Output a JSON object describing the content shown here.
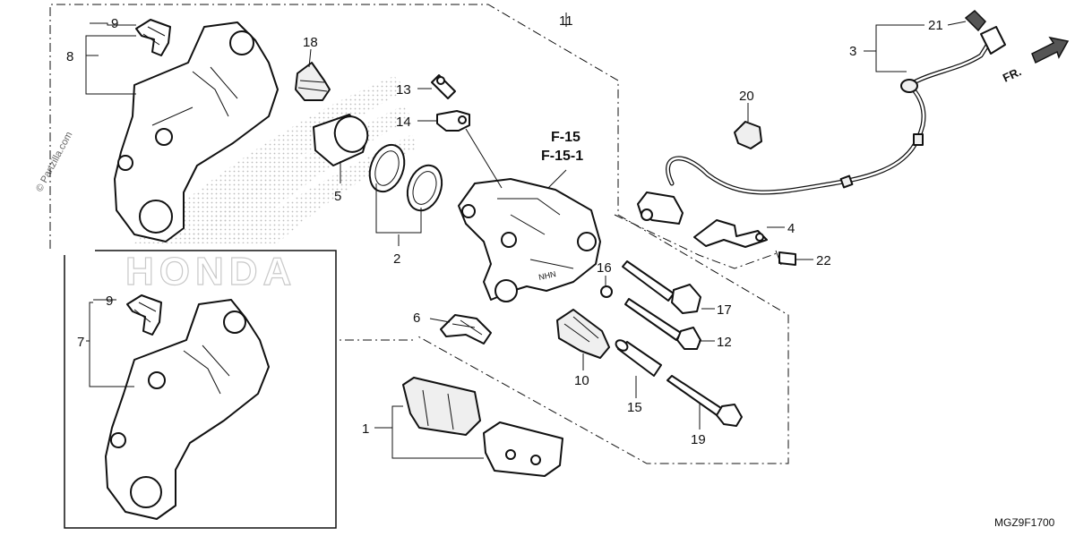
{
  "diagram": {
    "brand_watermark": "HONDA",
    "copyright_watermark": "© Partzilla.com",
    "direction_label": "FR.",
    "reference_labels": [
      "F-15",
      "F-15-1"
    ],
    "diagram_code": "MGZ9F1700",
    "callouts": {
      "c1": "1",
      "c2": "2",
      "c3": "3",
      "c4": "4",
      "c5": "5",
      "c6": "6",
      "c7": "7",
      "c8": "8",
      "c9a": "9",
      "c9b": "9",
      "c10": "10",
      "c11": "11",
      "c12": "12",
      "c13": "13",
      "c14": "14",
      "c15": "15",
      "c16": "16",
      "c17": "17",
      "c18": "18",
      "c19": "19",
      "c20": "20",
      "c21": "21",
      "c22": "22"
    }
  }
}
